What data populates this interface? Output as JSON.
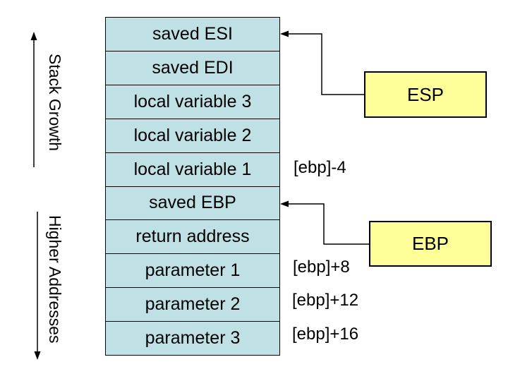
{
  "colors": {
    "background": "#ffffff",
    "cell_fill": "#bfe1e5",
    "register_fill": "#ffff99",
    "border": "#000000",
    "text": "#000000"
  },
  "labels": {
    "stack_growth": "Stack Growth",
    "higher_addresses": "Higher Addresses"
  },
  "stack": {
    "cells": [
      "saved ESI",
      "saved EDI",
      "local variable 3",
      "local variable 2",
      "local variable 1",
      "saved EBP",
      "return address",
      "parameter 1",
      "parameter 2",
      "parameter 3"
    ]
  },
  "registers": [
    {
      "name": "ESP",
      "points_to_cell": "saved ESI"
    },
    {
      "name": "EBP",
      "points_to_cell": "saved EBP"
    }
  ],
  "offsets": [
    {
      "label": "[ebp]-4",
      "aligned_cell": "local variable 1"
    },
    {
      "label": "[ebp]+8",
      "aligned_cell": "parameter 1"
    },
    {
      "label": "[ebp]+12",
      "aligned_cell": "parameter 2"
    },
    {
      "label": "[ebp]+16",
      "aligned_cell": "parameter 3"
    }
  ]
}
